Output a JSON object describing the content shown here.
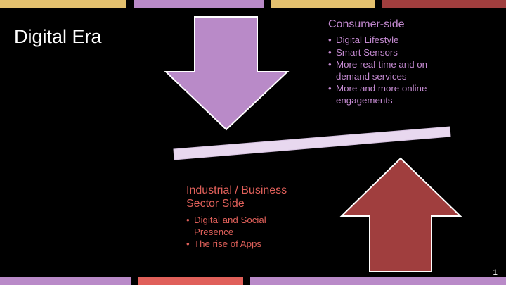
{
  "slide": {
    "title": "Digital Era",
    "page_number": "1"
  },
  "consumer": {
    "heading": "Consumer-side",
    "items": [
      "Digital Lifestyle",
      "Smart Sensors",
      "More real-time and on-demand services",
      "More and more online engagements"
    ]
  },
  "industrial": {
    "heading": "Industrial / Business Sector Side",
    "items": [
      "Digital and Social Presence",
      "The rise of Apps"
    ]
  },
  "colors": {
    "background": "#000000",
    "consumer_accent": "#c48ad1",
    "industrial_accent": "#e0605a",
    "down_arrow": "#b98ac8",
    "up_arrow": "#a03e3e",
    "balance_bar": "#e8d8ef",
    "bar_gold": "#e3c06e",
    "bar_purple": "#b98ac8",
    "bar_red": "#a03e3e",
    "bar_coral": "#e0605a"
  },
  "icons": {
    "down_arrow": "arrow-down-icon",
    "up_arrow": "arrow-up-icon"
  }
}
